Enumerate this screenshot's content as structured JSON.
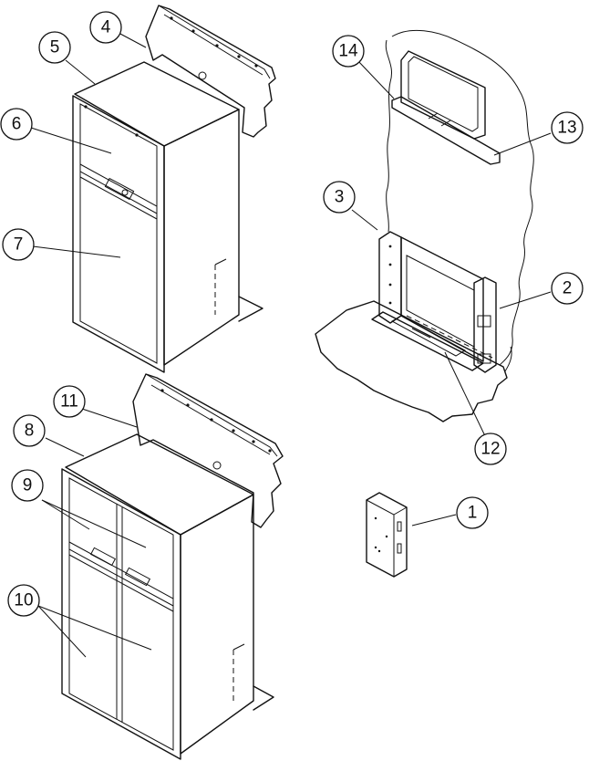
{
  "colors": {
    "line": "#111111",
    "background": "#ffffff"
  },
  "callouts": [
    {
      "id": "1",
      "label": "1"
    },
    {
      "id": "2",
      "label": "2"
    },
    {
      "id": "3",
      "label": "3"
    },
    {
      "id": "4",
      "label": "4"
    },
    {
      "id": "5",
      "label": "5"
    },
    {
      "id": "6",
      "label": "6"
    },
    {
      "id": "7",
      "label": "7"
    },
    {
      "id": "8",
      "label": "8"
    },
    {
      "id": "9",
      "label": "9"
    },
    {
      "id": "10",
      "label": "10"
    },
    {
      "id": "11",
      "label": "11"
    },
    {
      "id": "12",
      "label": "12"
    },
    {
      "id": "13",
      "label": "13"
    },
    {
      "id": "14",
      "label": "14"
    }
  ]
}
